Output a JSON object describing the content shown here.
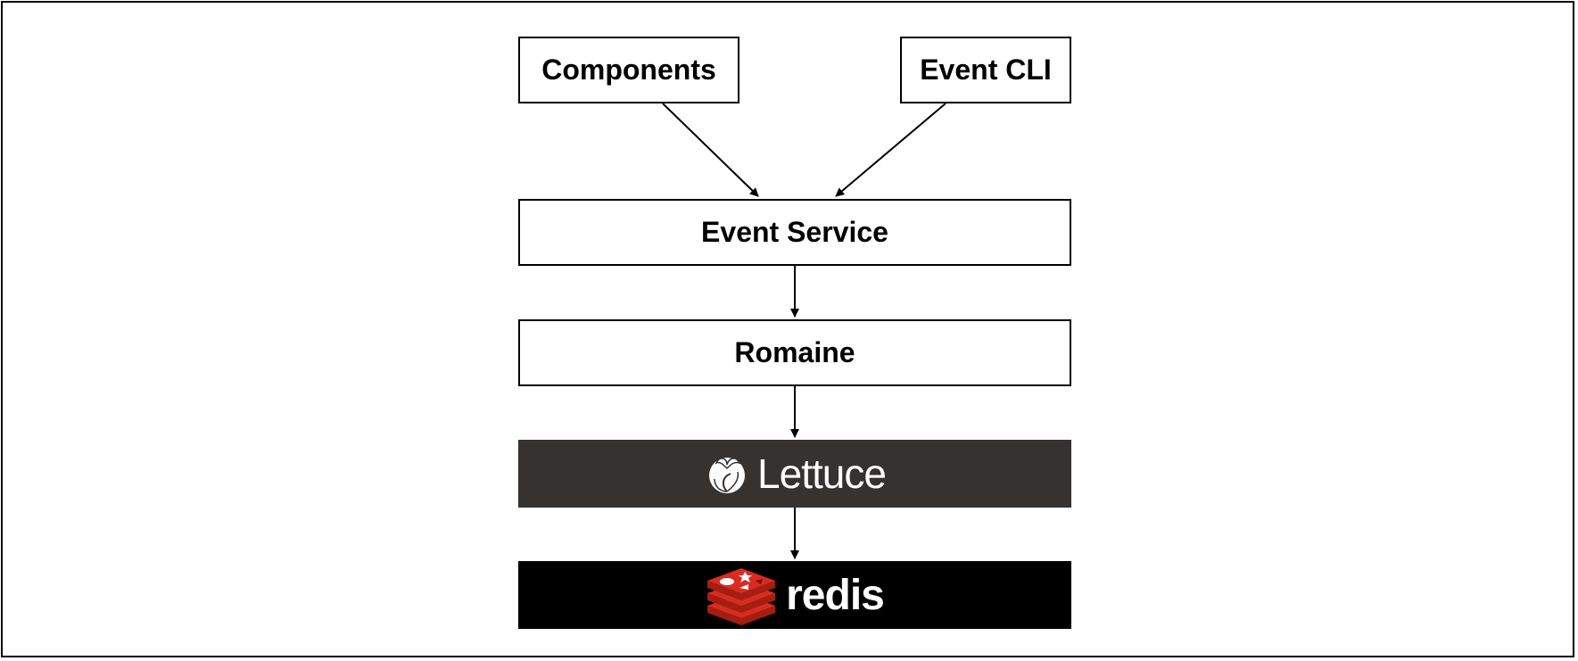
{
  "nodes": {
    "components": "Components",
    "event_cli": "Event CLI",
    "event_service": "Event Service",
    "romaine": "Romaine",
    "lettuce": "Lettuce",
    "redis": "redis"
  },
  "colors": {
    "lettuce_bg": "#353230",
    "redis_bg": "#000000",
    "redis_red": "#d82c20"
  },
  "edges": [
    {
      "from": "Components",
      "to": "Event Service"
    },
    {
      "from": "Event CLI",
      "to": "Event Service"
    },
    {
      "from": "Event Service",
      "to": "Romaine"
    },
    {
      "from": "Romaine",
      "to": "Lettuce"
    },
    {
      "from": "Lettuce",
      "to": "redis"
    }
  ]
}
